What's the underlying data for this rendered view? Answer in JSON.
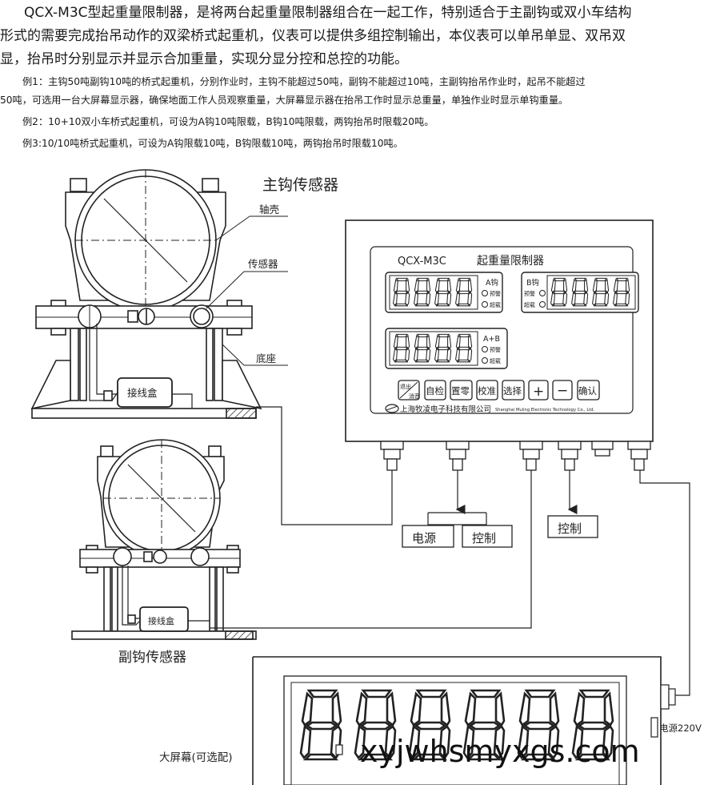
{
  "intro": {
    "line1": "QCX-M3C型起重量限制器，是将两台起重量限制器组合在一起工作，特别适合于主副钩或双小车结构",
    "line2": "形式的需要完成抬吊动作的双梁桥式起重机，仪表可以提供多组控制输出，本仪表可以单吊单显、双吊双",
    "line3": "显，抬吊时分别显示并显示合加重量，实现分显分控和总控的功能。",
    "example1_a": "例1：主钩50吨副钩10吨的桥式起重机，分别作业时，主钩不能超过50吨，副钩不能超过10吨，主副钩抬吊作业时，起吊不能超过",
    "example1_b": "50吨，可选用一台大屏幕显示器，确保地面工作人员观察重量，大屏幕显示器在抬吊工作时显示总重量，单独作业时显示单钩重量。",
    "example2": "例2：10+10双小车桥式起重机，可设为A钩10吨限载，B钩10吨限载，两钩抬吊时限载20吨。",
    "example3": "例3:10/10吨桥式起重机，可设为A钩限载10吨，B钩限载10吨，两钩抬吊时限载10吨。"
  },
  "main_sensor": {
    "title": "主钩传感器",
    "label_housing": "轴壳",
    "label_sensor": "传感器",
    "label_base": "底座",
    "junction_box": "接线盒"
  },
  "aux_sensor": {
    "title": "副钩传感器",
    "junction_box": "接线盒"
  },
  "instrument": {
    "model": "QCX-M3C",
    "name": "起重量限制器",
    "display_a": {
      "label": "A钩",
      "digits": "8888",
      "warn": "预警",
      "over": "超载"
    },
    "display_b": {
      "label": "B钩",
      "digits": "8888",
      "warn": "预警",
      "over": "超载"
    },
    "display_ab": {
      "label": "A+B",
      "digits": "8888",
      "warn": "预警",
      "over": "超载"
    },
    "buttons": {
      "exit_top": "退出",
      "exit_bottom": "消音",
      "self_check": "自检",
      "zero": "置零",
      "calibrate": "校准",
      "select": "选择",
      "plus": "+",
      "minus": "−",
      "confirm": "确认"
    },
    "company_cn": "上海牧凌电子科技有限公司",
    "company_en": "Shanghai Muling Electronic Technology Co., Ltd."
  },
  "outputs": {
    "power": "电源",
    "control1": "控制",
    "control2": "控制"
  },
  "big_screen": {
    "label": "大屏幕(可选配)",
    "digits": "888888",
    "power_label": "电源220V"
  },
  "watermark": "xyjwhsmyxgs.com"
}
